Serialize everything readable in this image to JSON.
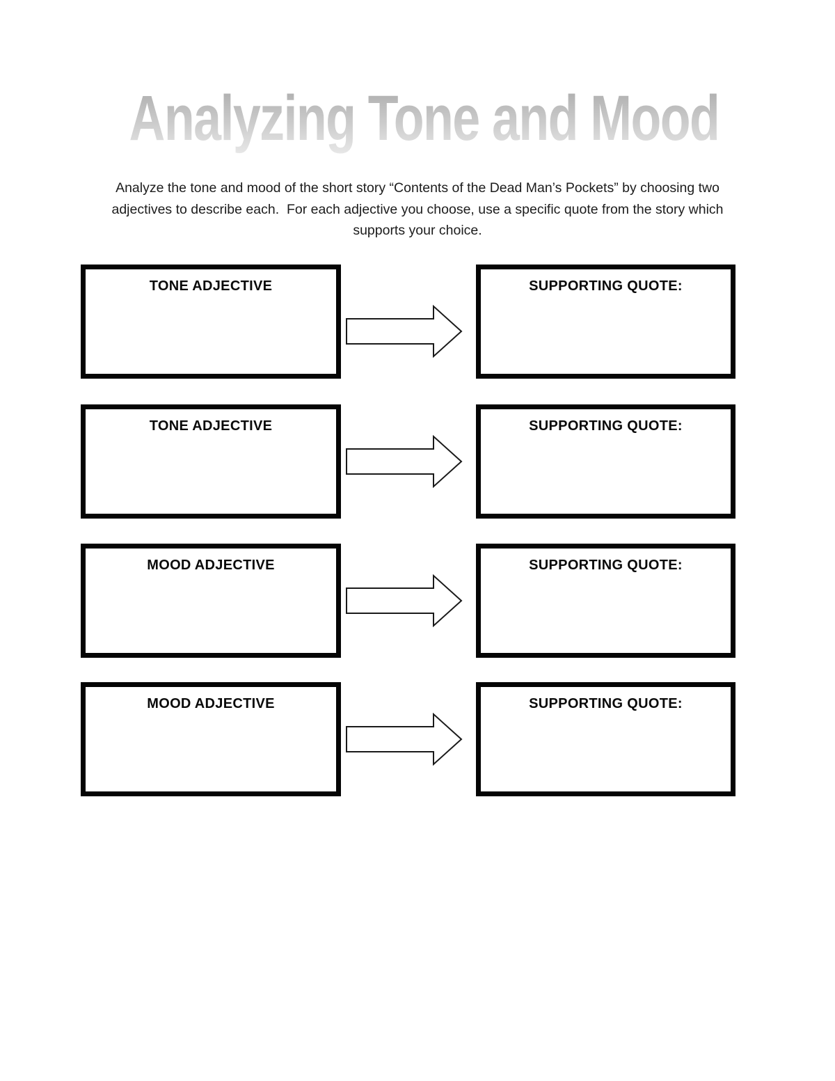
{
  "page": {
    "title": "Analyzing Tone and Mood",
    "instructions": {
      "lines": [
        "Analyze the tone and mood of the short story “Contents of the Dead Man’s Pockets” by choosing two",
        "adjectives to describe each.  For each adjective you choose, use a specific quote from the story which",
        "supports your choice."
      ]
    }
  },
  "rows": [
    {
      "left_label": "TONE ADJECTIVE",
      "right_label": "SUPPORTING QUOTE:"
    },
    {
      "left_label": "TONE ADJECTIVE",
      "right_label": "SUPPORTING QUOTE:"
    },
    {
      "left_label": "MOOD ADJECTIVE",
      "right_label": "SUPPORTING QUOTE:"
    },
    {
      "left_label": "MOOD ADJECTIVE",
      "right_label": "SUPPORTING QUOTE:"
    }
  ],
  "icons": {
    "arrow": "arrow-right"
  },
  "colors": {
    "box_border": "#050505",
    "label_text": "#0a0a0a",
    "body_text": "#1c1c1c",
    "title_gradient_top": "#a2a2a2",
    "title_gradient_bottom": "#eeeeee",
    "arrow_fill": "#ffffff",
    "arrow_outline": "#1a1a1a"
  }
}
